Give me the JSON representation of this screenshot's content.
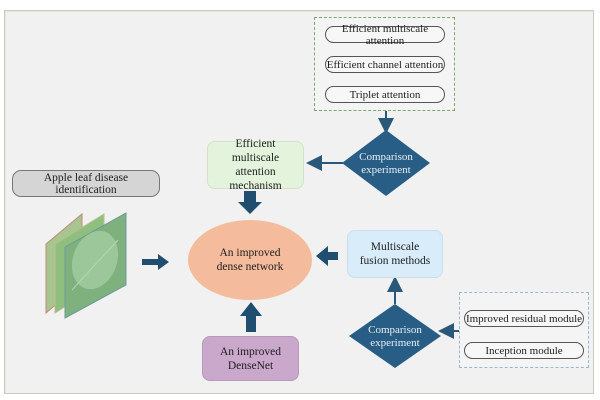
{
  "diagram": {
    "attention_candidates": [
      "Efficient multiscale attention",
      "Efficient channel attention",
      "Triplet attention"
    ],
    "comparison_top": "Comparison experiment",
    "attention_mechanism": "Efficient multiscale attention mechanism",
    "task_label": "Apple leaf disease identification",
    "central_node": "An improved dense network",
    "fusion_methods": "Multiscale fusion methods",
    "backbone": "An improved DenseNet",
    "comparison_bottom": "Comparison experiment",
    "fusion_candidates": [
      "Improved residual module",
      "Inception module"
    ],
    "colors": {
      "arrow": "#1f4e6e",
      "diamond": "#285e85",
      "attention_box": "#e3f3dc",
      "fusion_box": "#d9ecfa",
      "backbone_box": "#c9a8cb",
      "central_ellipse": "#f4bc9c",
      "task_box": "#d5d5d5"
    }
  }
}
